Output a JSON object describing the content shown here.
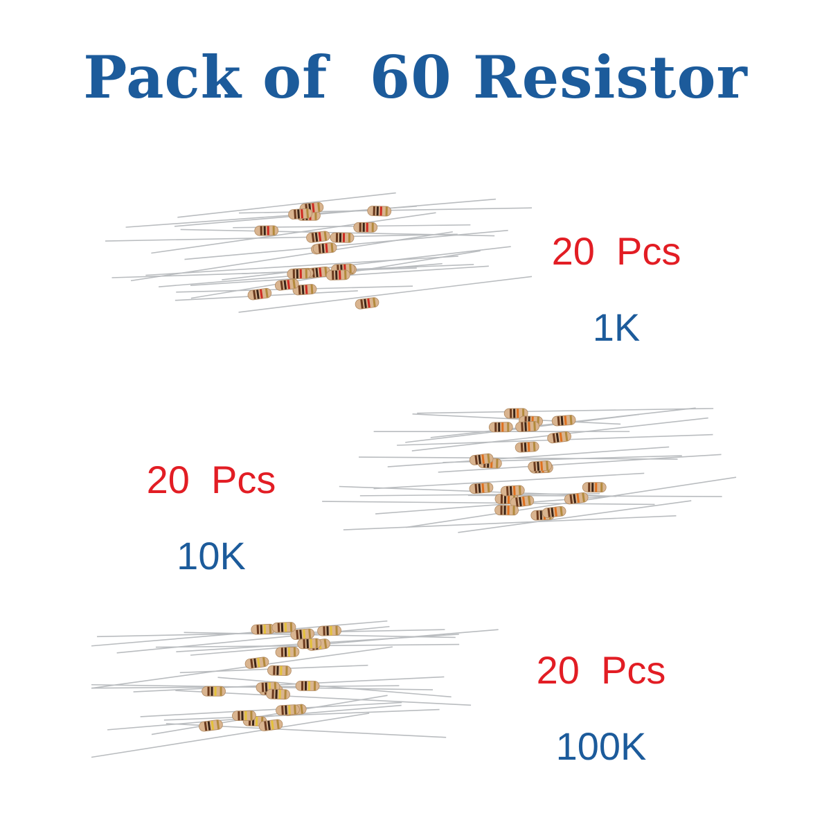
{
  "title": "Pack of  60 Resistor",
  "colors": {
    "title": "#1c5b9b",
    "quantity": "#e21d24",
    "value": "#1c5b9b",
    "lead": "#b9bcbf",
    "body": "#d9b48f",
    "band_dark": "#3a2418",
    "band_orange": "#e0701e",
    "band_red": "#cf2a22",
    "band_gold": "#b38a3c"
  },
  "groups": [
    {
      "quantity": "20  Pcs",
      "value": "1K",
      "bands": [
        "brown",
        "black",
        "red",
        "gold"
      ]
    },
    {
      "quantity": "20  Pcs",
      "value": "10K",
      "bands": [
        "brown",
        "black",
        "orange",
        "gold"
      ]
    },
    {
      "quantity": "20  Pcs",
      "value": "100K",
      "bands": [
        "brown",
        "black",
        "yellow",
        "gold"
      ]
    }
  ]
}
